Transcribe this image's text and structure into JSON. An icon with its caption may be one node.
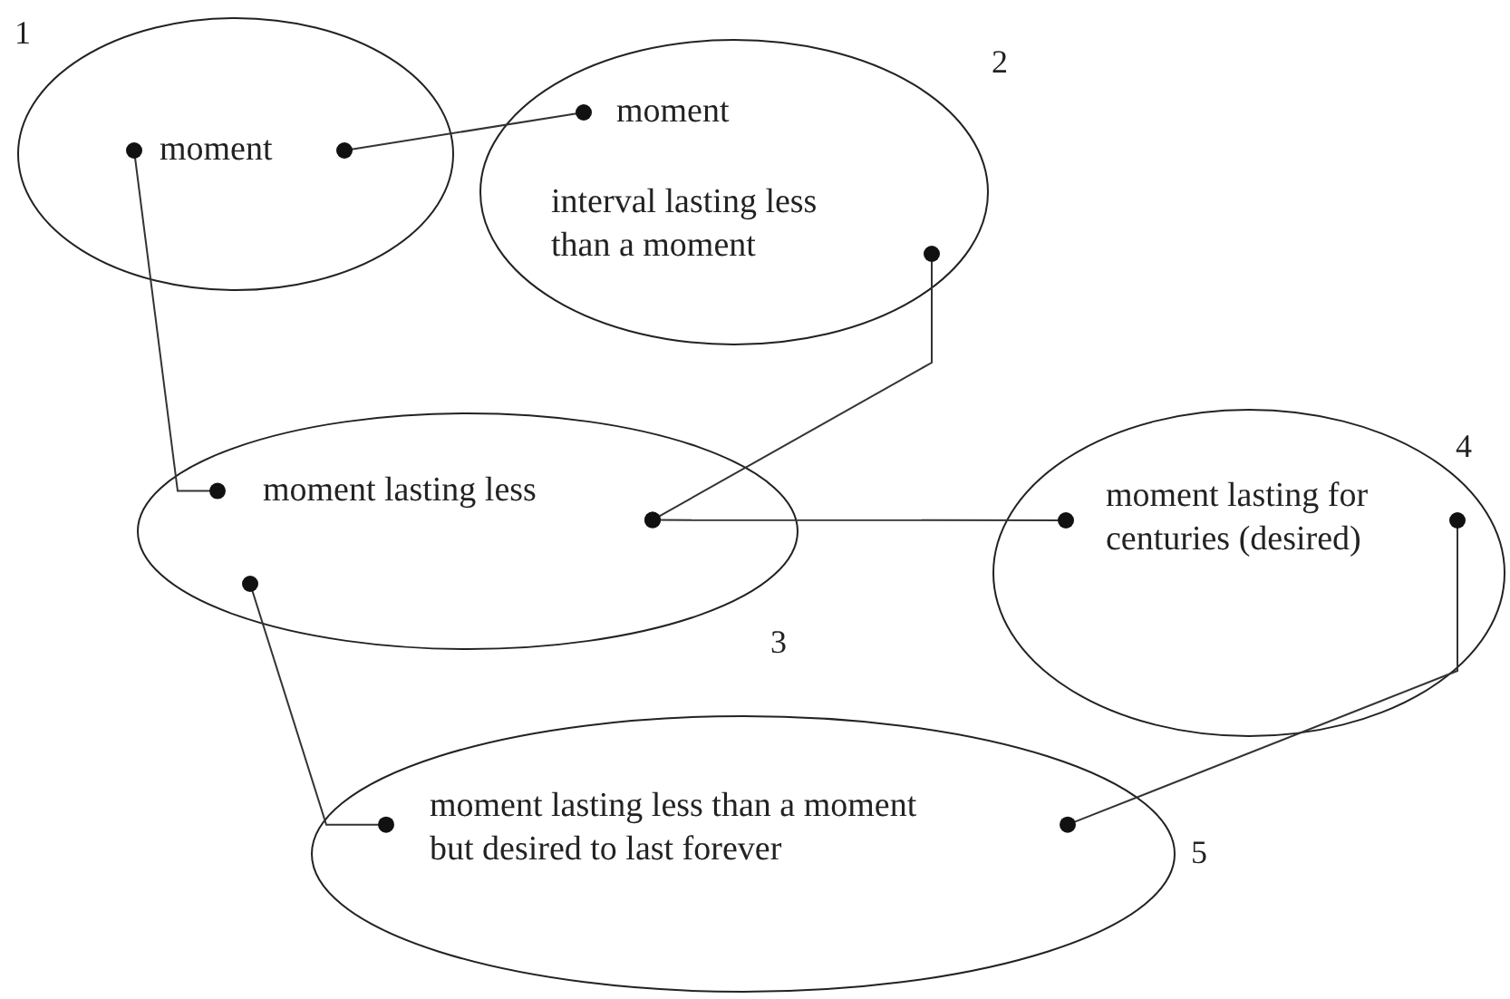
{
  "diagram": {
    "nodes": [
      {
        "text": [
          "1"
        ]
      },
      {
        "text": [
          "moment"
        ],
        "in": 0
      },
      {
        "text": [
          "2"
        ]
      },
      {
        "text": [
          "moment"
        ],
        "in": 2
      },
      {
        "text": [
          "interval lasting less than a moment"
        ],
        "in": 2
      },
      {
        "text": [
          "3"
        ]
      },
      {
        "text": [
          "moment lasting less"
        ],
        "in": 5
      },
      {
        "text": [
          "4"
        ]
      },
      {
        "text": [
          "moment lasting for centuries (desired)"
        ],
        "in": 7
      },
      {
        "text": [
          "5"
        ]
      },
      {
        "text": [
          "moment lasting less than a moment but desired to last forever"
        ],
        "in": 9
      }
    ],
    "edges": [
      {
        "from": 1,
        "to": 3,
        "arrow": "other"
      },
      {
        "from": 1,
        "to": 6,
        "arrow": "other"
      },
      {
        "from": 4,
        "to": 6,
        "arrow": "other"
      },
      {
        "from": 6,
        "to": 8,
        "arrow": "other"
      },
      {
        "from": 6,
        "to": 10,
        "arrow": "other"
      },
      {
        "from": 8,
        "to": 10,
        "arrow": "other"
      }
    ]
  }
}
